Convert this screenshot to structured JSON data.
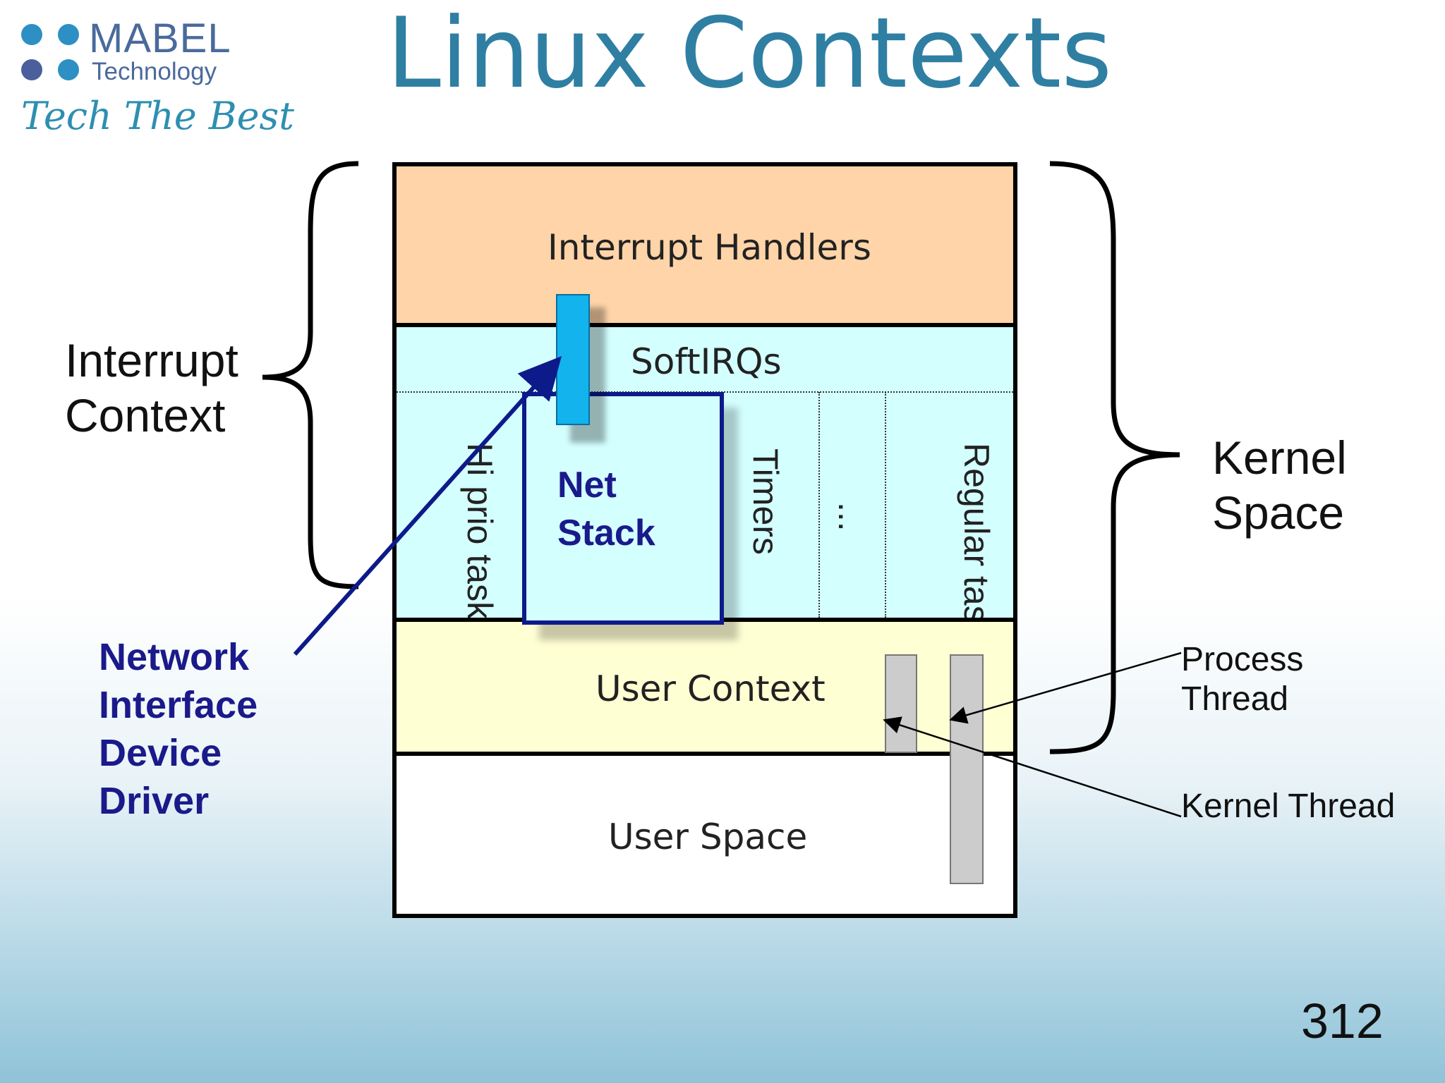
{
  "logo": {
    "name": "MABEL",
    "sub": "Technology",
    "tagline": "Tech The Best",
    "dot_colors": [
      "#2e8fc4",
      "#2e8fc4",
      "#4a5f9c",
      "#2e8fc4"
    ]
  },
  "title": "Linux Contexts",
  "layers": {
    "interrupt_handlers": "Interrupt Handlers",
    "softirqs": "SoftIRQs",
    "softirq_columns": {
      "hi_prio": "Hi prio tasklets",
      "timers": "Timers",
      "ellipsis": "...",
      "regular": "Regular tasklets"
    },
    "net_stack": "Net Stack",
    "user_context": "User Context",
    "user_space": "User Space"
  },
  "labels": {
    "interrupt_context": "Interrupt Context",
    "kernel_space": "Kernel Space",
    "driver": "Network Interface Device Driver",
    "process_thread": "Process Thread",
    "kernel_thread": "Kernel Thread"
  },
  "page_number": "312",
  "colors": {
    "interrupt_handlers": "#ffd4a8",
    "softirqs": "#d4ffff",
    "user_context": "#ffffd4",
    "user_space": "#ffffff",
    "net_stack_border": "#0d1a8a",
    "driver_bar": "#13b3ee",
    "thread_bar": "#cccccc",
    "title": "#2f7fa3"
  }
}
